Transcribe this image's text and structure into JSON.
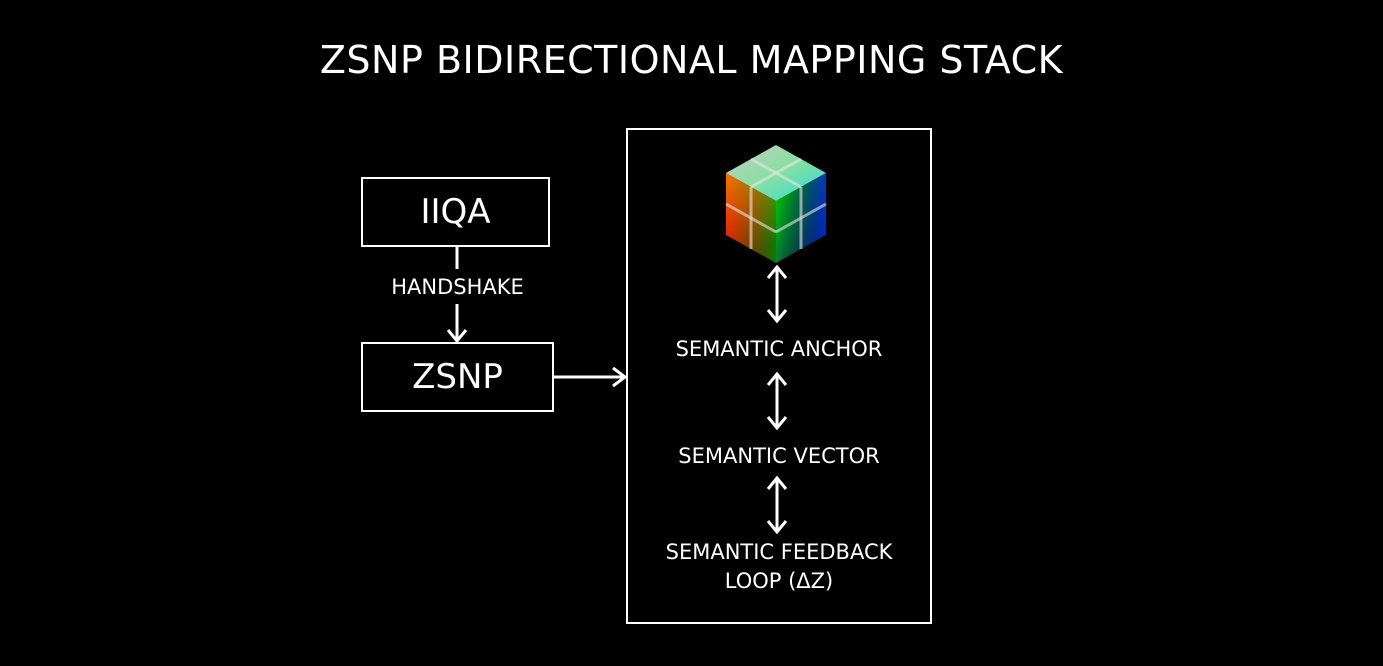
{
  "title": "ZSNP BIDIRECTIONAL MAPPING STACK",
  "left": {
    "top_box": "IIQA",
    "connector_label": "HANDSHAKE",
    "bottom_box": "ZSNP"
  },
  "stack": {
    "icon": "rgb-color-cube-icon",
    "layers": [
      {
        "label": "SEMANTIC ANCHOR"
      },
      {
        "label": "SEMANTIC VECTOR"
      },
      {
        "label": "SEMANTIC FEEDBACK LOOP (ΔZ)"
      }
    ]
  },
  "colors": {
    "background": "#000000",
    "foreground": "#ffffff"
  }
}
